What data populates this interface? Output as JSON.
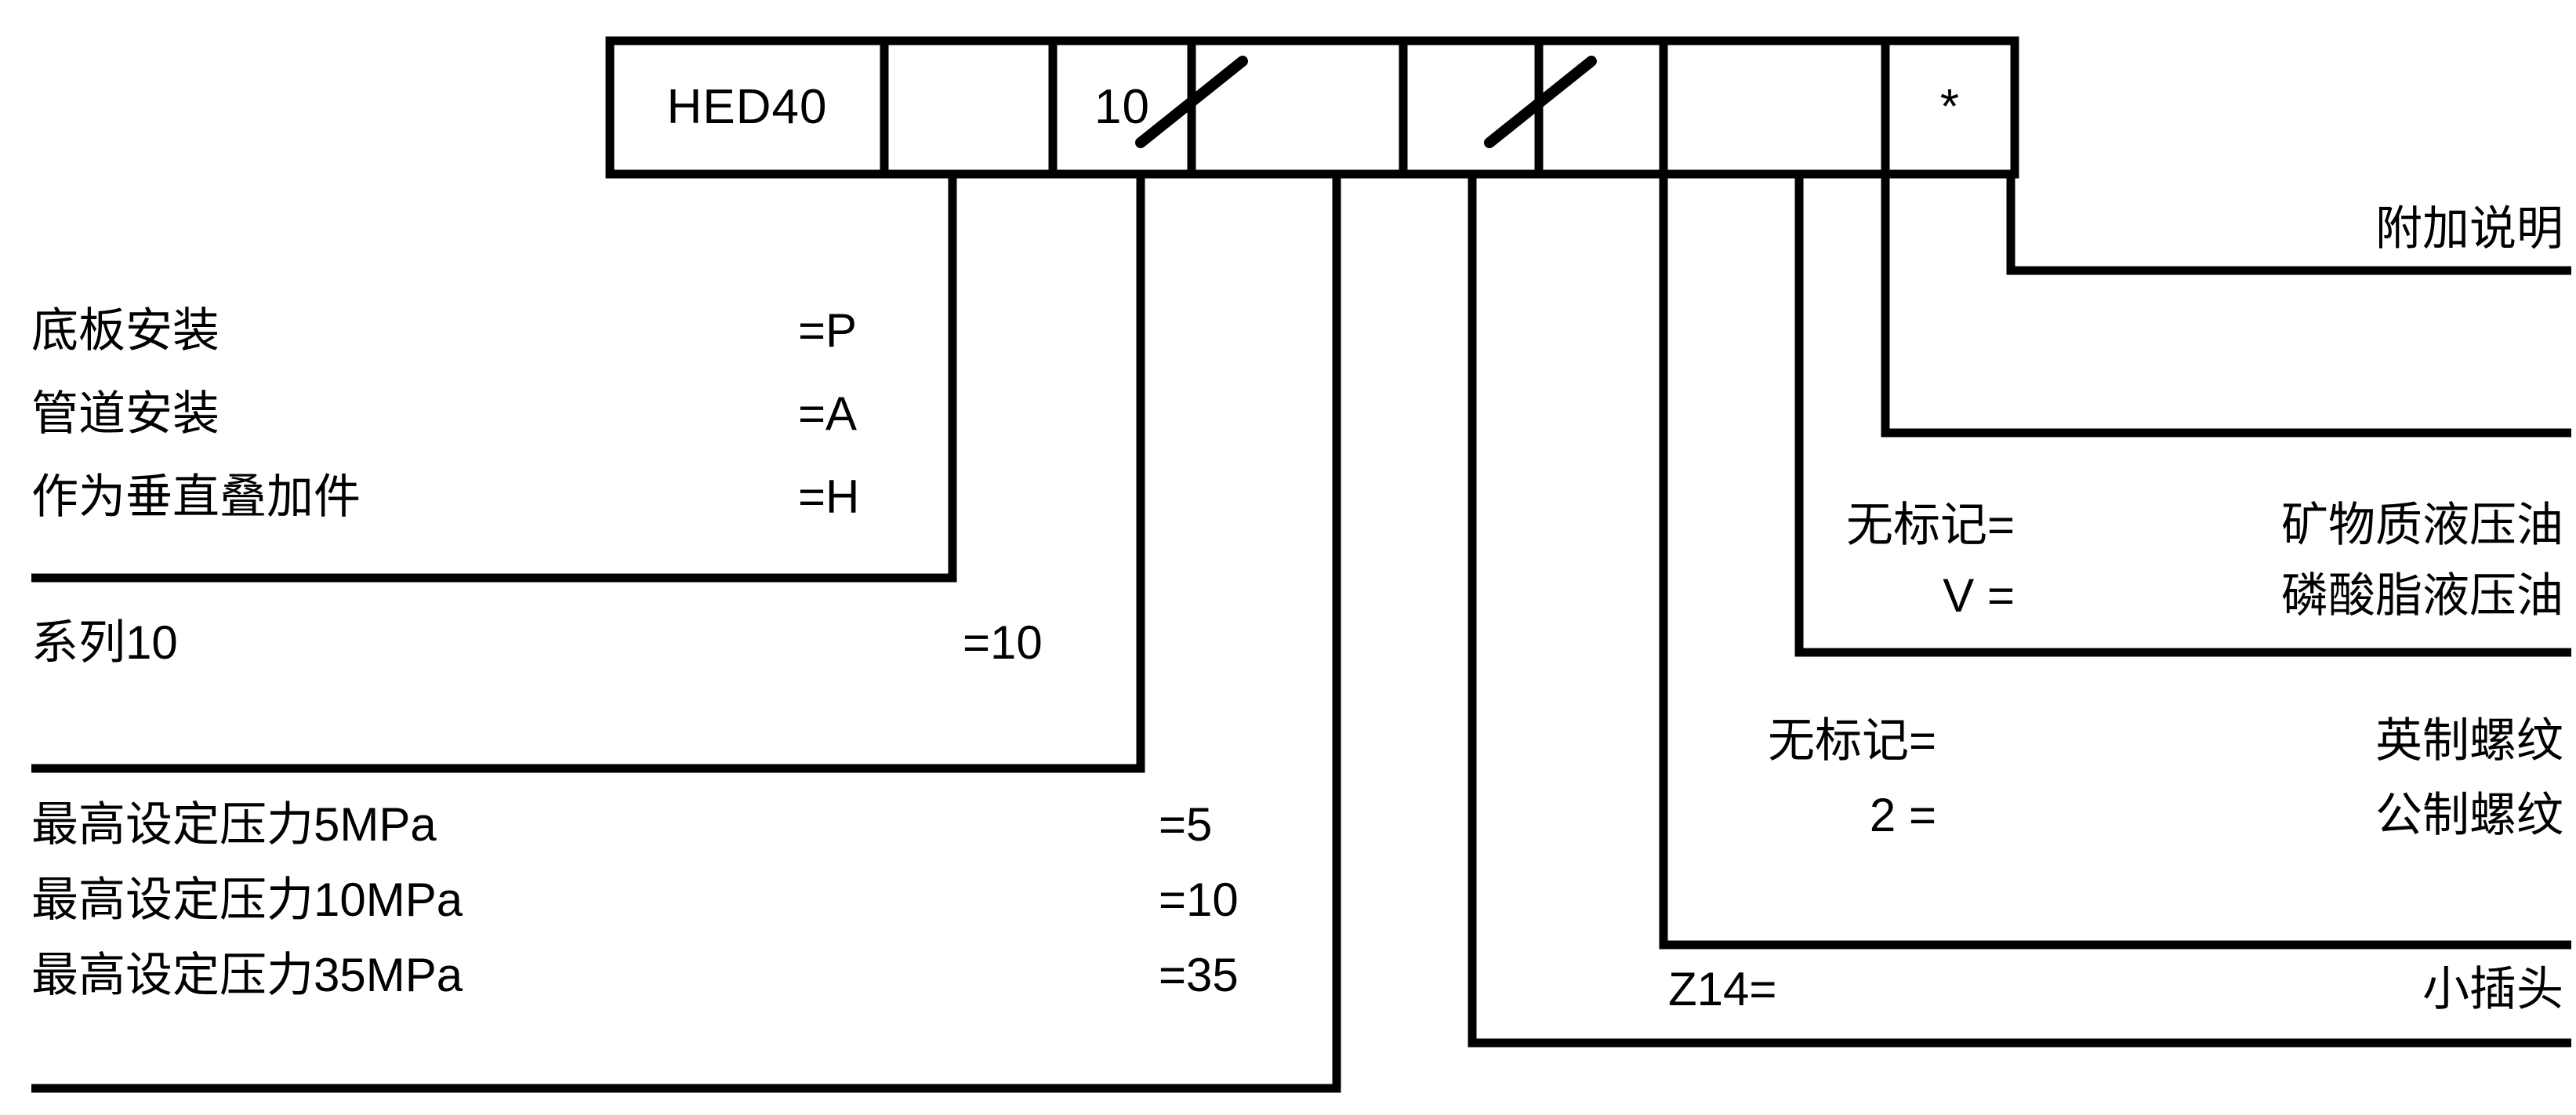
{
  "diagram": {
    "title_code": "HED40",
    "accent_color": "#000000",
    "background_color": "#ffffff"
  },
  "code_box": {
    "cells": [
      {
        "key": "series_type",
        "value": "HED40"
      },
      {
        "key": "mounting",
        "value": ""
      },
      {
        "key": "series_number",
        "value": "10"
      },
      {
        "key": "slash_1",
        "value": "/"
      },
      {
        "key": "pressure_rating",
        "value": ""
      },
      {
        "key": "slash_2",
        "value": "/"
      },
      {
        "key": "connector",
        "value": ""
      },
      {
        "key": "thread_type",
        "value": ""
      },
      {
        "key": "fluid_type",
        "value": ""
      },
      {
        "key": "further_details",
        "value": "*"
      }
    ]
  },
  "left_groups": [
    {
      "name": "mounting",
      "items": [
        {
          "label": "底板安装",
          "value": "=P"
        },
        {
          "label": "管道安装",
          "value": "=A"
        },
        {
          "label": "作为垂直叠加件",
          "value": "=H"
        }
      ]
    },
    {
      "name": "series",
      "items": [
        {
          "label": "系列10",
          "value": "=10"
        }
      ]
    },
    {
      "name": "max_setting_pressure",
      "items": [
        {
          "label": "最高设定压力5MPa",
          "value": "=5"
        },
        {
          "label": "最高设定压力10MPa",
          "value": "=10"
        },
        {
          "label": "最高设定压力35MPa",
          "value": "=35"
        }
      ]
    }
  ],
  "right_groups": [
    {
      "name": "further_details",
      "items": [
        {
          "code": "",
          "label": "附加说明"
        }
      ]
    },
    {
      "name": "hydraulic_fluid",
      "items": [
        {
          "code": "无标记=",
          "label": "矿物质液压油"
        },
        {
          "code": "V   =",
          "label": "磷酸脂液压油"
        }
      ]
    },
    {
      "name": "thread_type",
      "items": [
        {
          "code": "无标记=",
          "label": "英制螺纹"
        },
        {
          "code": "2    =",
          "label": "公制螺纹"
        }
      ]
    },
    {
      "name": "connector",
      "items": [
        {
          "code": "Z14=",
          "label": "小插头"
        }
      ]
    }
  ]
}
